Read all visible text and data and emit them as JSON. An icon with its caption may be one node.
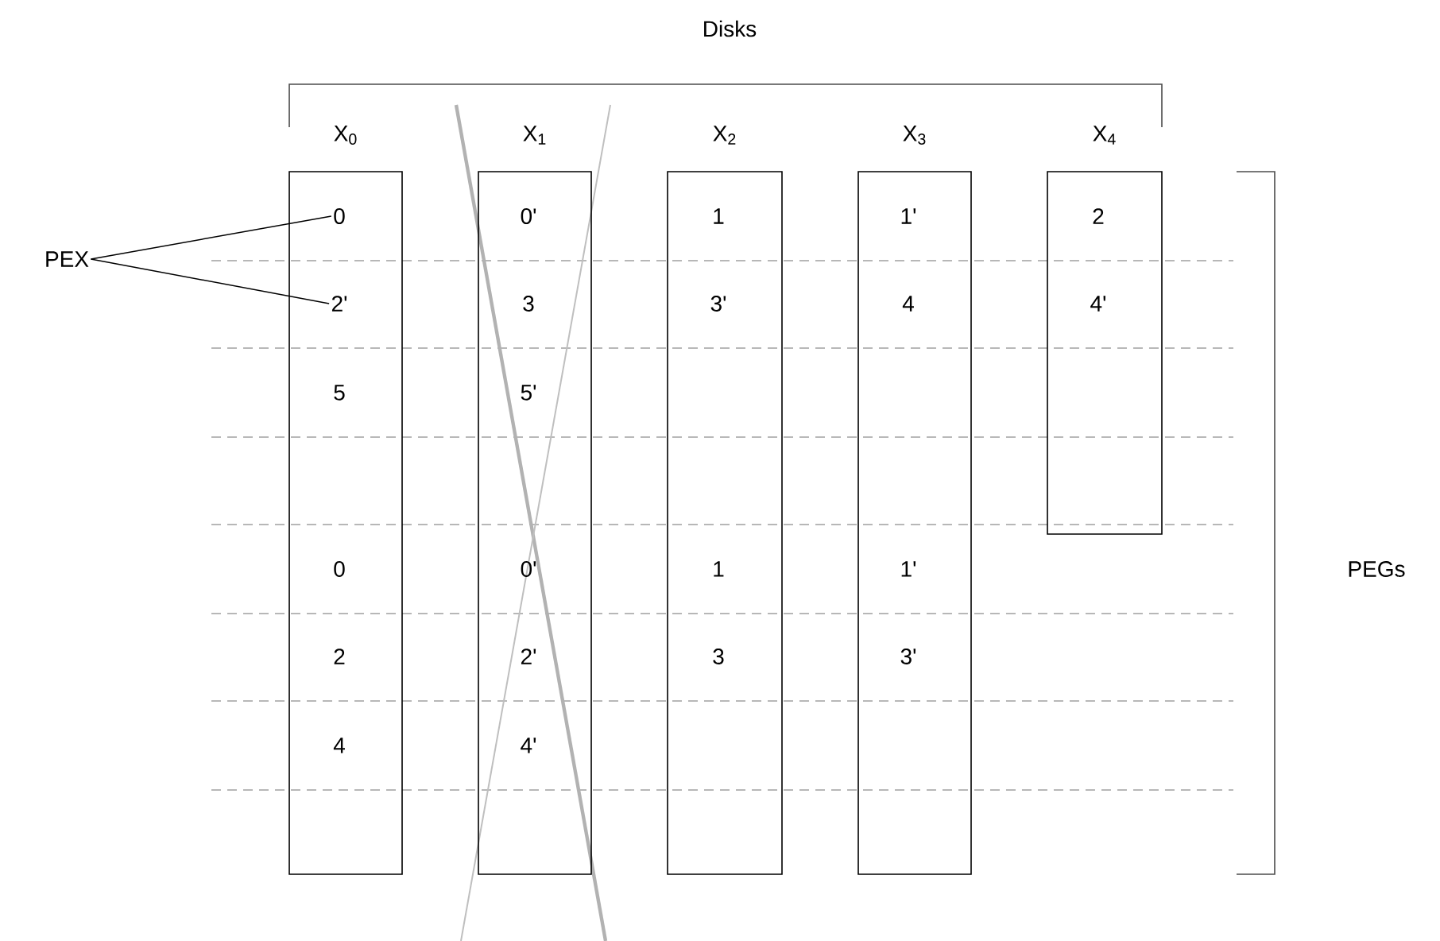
{
  "diagram": {
    "nodes": [
      {
        "text": [
          "PEX"
        ]
      },
      {
        "text": [
          "X$_{0}$"
        ]
      },
      {
        "text": [
          "0"
        ],
        "in": 1
      },
      {
        "text": [
          "2'"
        ],
        "in": 1
      },
      {
        "text": [
          "5"
        ],
        "in": 1
      },
      {
        "text": [
          "0"
        ],
        "in": 1
      },
      {
        "text": [
          "2"
        ],
        "in": 1
      },
      {
        "text": [
          "4"
        ],
        "in": 1
      },
      {
        "text": [
          "X$_{1}$"
        ]
      },
      {
        "text": [
          "0'"
        ],
        "in": 8
      },
      {
        "text": [
          "3"
        ],
        "in": 8
      },
      {
        "text": [
          "5'"
        ],
        "in": 8
      },
      {
        "text": [
          "0'"
        ],
        "in": 8
      },
      {
        "text": [
          "2'"
        ],
        "in": 8
      },
      {
        "text": [
          "4'"
        ],
        "in": 8
      },
      {
        "text": [
          "X$_{2}$"
        ]
      },
      {
        "text": [
          "1"
        ],
        "in": 15
      },
      {
        "text": [
          "3'"
        ],
        "in": 15
      },
      {
        "text": [
          "1"
        ],
        "in": 15
      },
      {
        "text": [
          "3"
        ],
        "in": 15
      },
      {
        "text": [
          "X$_{3}$"
        ]
      },
      {
        "text": [
          "1'"
        ],
        "in": 20
      },
      {
        "text": [
          "4"
        ],
        "in": 20
      },
      {
        "text": [
          "1'"
        ],
        "in": 20
      },
      {
        "text": [
          "3'"
        ],
        "in": 20
      },
      {
        "text": [
          "X$_{4}$"
        ]
      },
      {
        "text": [
          "2"
        ],
        "in": 25
      },
      {
        "text": [
          "4'"
        ],
        "in": 25
      }
    ],
    "edges": [
      {
        "from": 0,
        "to": 2,
        "arrow": "none"
      },
      {
        "from": 0,
        "to": 3,
        "arrow": "none"
      }
    ],
    "labels": [
      "Disks",
      "PEGs"
    ]
  }
}
